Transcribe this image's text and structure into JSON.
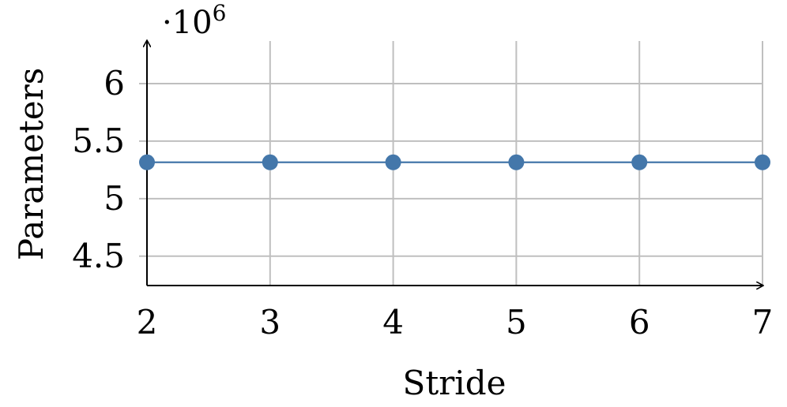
{
  "chart_data": {
    "type": "line",
    "title": "",
    "xlabel": "Stride",
    "ylabel": "Parameters",
    "y_scale_label": "·10",
    "y_scale_exponent": "6",
    "x": [
      2,
      3,
      4,
      5,
      6,
      7
    ],
    "series": [
      {
        "values": [
          5316000,
          5316000,
          5316000,
          5316000,
          5316000,
          5316000
        ],
        "color": "#4477aa"
      }
    ],
    "x_ticks": [
      "2",
      "3",
      "4",
      "5",
      "6",
      "7"
    ],
    "y_ticks": [
      "4.5",
      "5",
      "5.5",
      "6"
    ],
    "y_tick_values": [
      4.5,
      5,
      5.5,
      6
    ],
    "xlim": [
      2,
      7
    ],
    "ylim": [
      4.245,
      6.37
    ],
    "y_multiplier": 1000000,
    "grid": true,
    "grid_color": "#bfbfbf"
  }
}
